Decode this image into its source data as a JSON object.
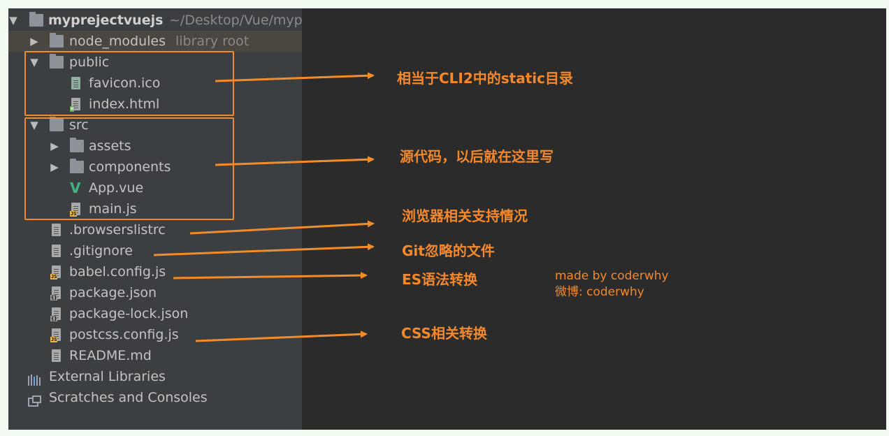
{
  "project": {
    "name": "myprejectvuejs",
    "path": "~/Desktop/Vue/myp"
  },
  "tree": {
    "node_modules": {
      "name": "node_modules",
      "tag": "library root"
    },
    "public": {
      "name": "public",
      "files": [
        "favicon.ico",
        "index.html"
      ]
    },
    "src": {
      "name": "src",
      "folders": [
        "assets",
        "components"
      ],
      "files": [
        "App.vue",
        "main.js"
      ]
    },
    "root_files": [
      ".browserslistrc",
      ".gitignore",
      "babel.config.js",
      "package.json",
      "package-lock.json",
      "postcss.config.js",
      "README.md"
    ],
    "external_libraries": "External Libraries",
    "scratches": "Scratches and Consoles"
  },
  "annotations": {
    "public": "相当于CLI2中的static目录",
    "src": "源代码，以后就在这里写",
    "browserslistrc": "浏览器相关支持情况",
    "gitignore": "Git忽略的文件",
    "babel": "ES语法转换",
    "postcss": "CSS相关转换"
  },
  "credit": {
    "line1": "made by coderwhy",
    "line2": "微博: coderwhy"
  },
  "colors": {
    "accent": "#f28c28",
    "panel": "#3c3f41",
    "editor": "#2b2b2b",
    "vue": "#3fb27f"
  }
}
